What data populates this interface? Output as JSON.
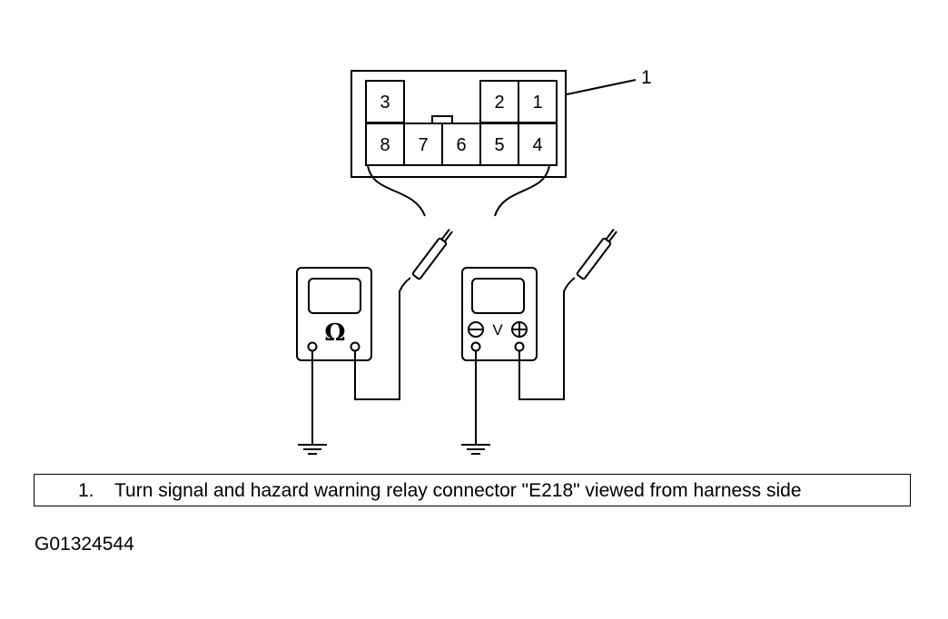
{
  "connector": {
    "pins": [
      "3",
      "2",
      "1",
      "8",
      "7",
      "6",
      "5",
      "4"
    ],
    "callout": "1"
  },
  "meters": {
    "ohmmeter_symbol": "Ω",
    "voltmeter_symbol": "V"
  },
  "caption": {
    "number": "1.",
    "text": "Turn signal and hazard warning relay connector \"E218\" viewed from harness side"
  },
  "figure_id": "G01324544"
}
